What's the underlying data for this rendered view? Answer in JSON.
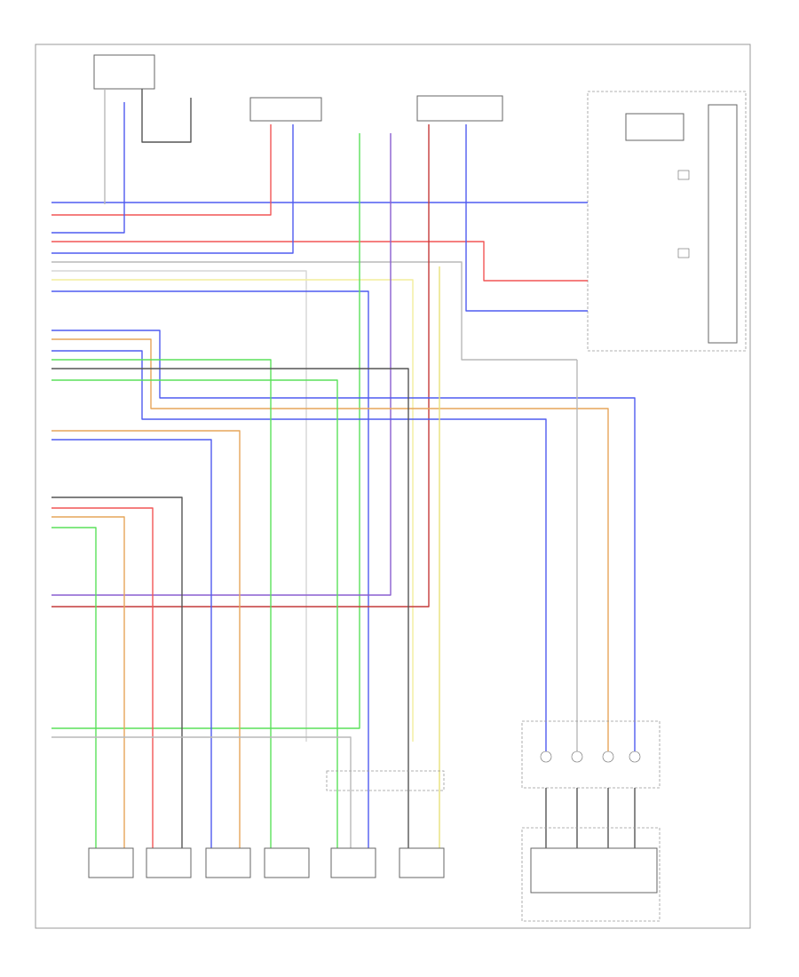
{
  "colors": {
    "blue": "#4f5bf0",
    "red": "#f25555",
    "green": "#5ae05a",
    "yellow": "#e8e07a",
    "orange": "#e6a55a",
    "gray": "#b8b8b8",
    "dark": "#555555",
    "purple": "#8a5fd0",
    "pink": "#f7a6a6",
    "lightyellow": "#f3ee9c",
    "darkred": "#c43a3a",
    "lightgray": "#d6d6d6"
  },
  "components": [
    {
      "id": "top-conn-1",
      "label": "",
      "icon": "connector-icon"
    },
    {
      "id": "top-conn-2",
      "label": "",
      "icon": "connector-icon"
    },
    {
      "id": "top-conn-3",
      "label": "",
      "icon": "connector-icon"
    },
    {
      "id": "top-conn-4",
      "label": "",
      "icon": "connector-icon"
    },
    {
      "id": "top-conn-5",
      "label": "",
      "icon": "connector-icon"
    },
    {
      "id": "clock-spring",
      "label": "",
      "icon": "clock-spring-icon"
    },
    {
      "id": "bottom-sensor-1",
      "label": "",
      "icon": "sensor-icon"
    },
    {
      "id": "bottom-sensor-2",
      "label": "",
      "icon": "sensor-icon"
    },
    {
      "id": "bottom-sensor-3",
      "label": "",
      "icon": "sensor-icon"
    },
    {
      "id": "bottom-sensor-4",
      "label": "",
      "icon": "sensor-icon"
    },
    {
      "id": "bottom-sensor-5",
      "label": "",
      "icon": "sensor-icon"
    },
    {
      "id": "bottom-sensor-6",
      "label": "",
      "icon": "sensor-icon"
    },
    {
      "id": "driver-airbag",
      "label": "",
      "icon": "airbag-icon"
    }
  ]
}
